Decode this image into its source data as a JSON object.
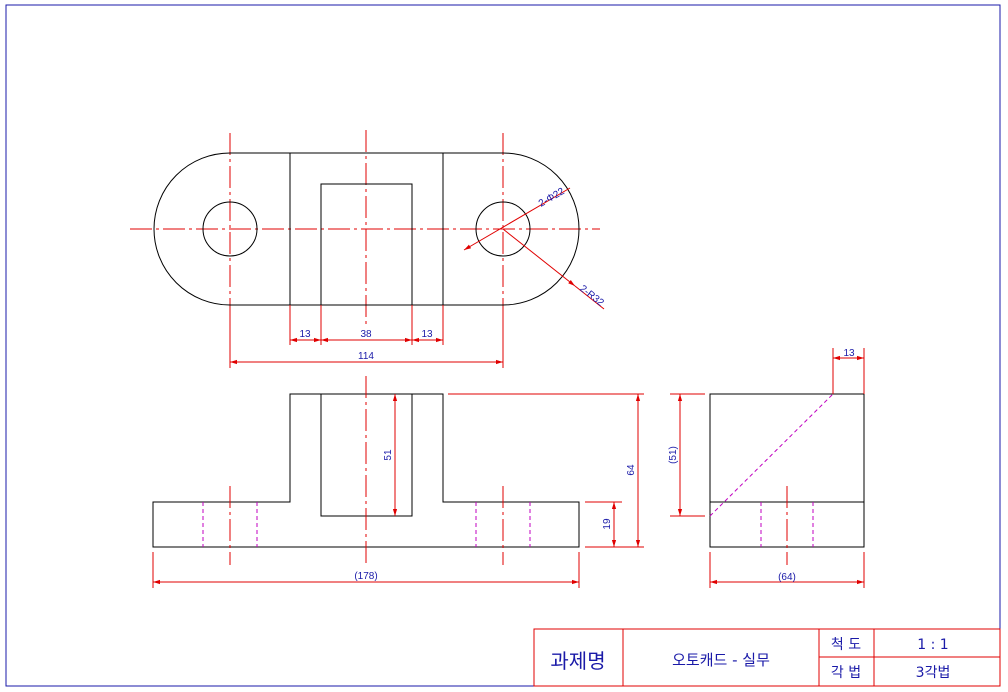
{
  "dimensions": {
    "top_13_left": "13",
    "top_38": "38",
    "top_13_right": "13",
    "top_114": "114",
    "hole_dia": "2-Φ22",
    "arc_radius": "2-R32",
    "front_51": "51",
    "front_64": "64",
    "front_19": "19",
    "front_178": "(178)",
    "side_13": "13",
    "side_51": "(51)",
    "side_64": "(64)"
  },
  "title_block": {
    "project_label": "과제명",
    "project_value": "오토캐드 - 실무",
    "scale_label": "척 도",
    "scale_value": "1 : 1",
    "projection_label": "각 법",
    "projection_value": "3각법"
  },
  "colors": {
    "outline": "#000000",
    "center_line": "#e00000",
    "dimension_line": "#e00000",
    "dimension_text": "#1a1aa8",
    "hidden_line": "#c000c0",
    "border": "#1a1aa8"
  }
}
